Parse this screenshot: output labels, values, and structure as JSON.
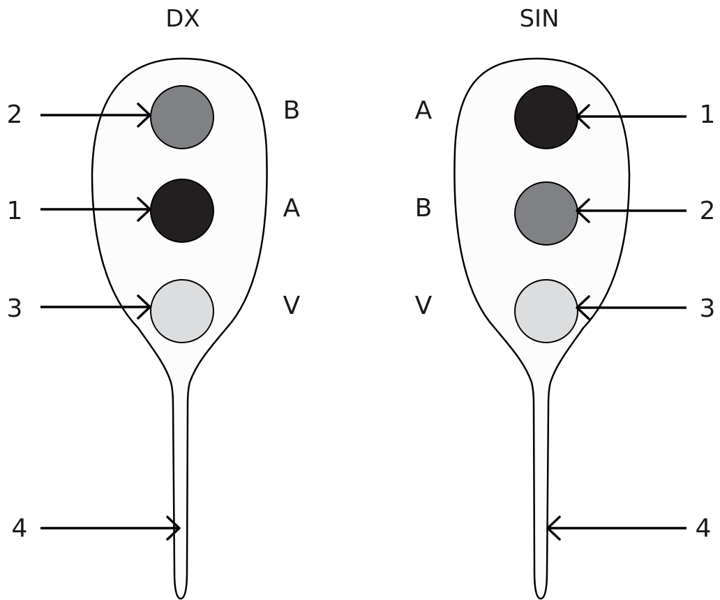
{
  "panels": {
    "left": {
      "title": "DX",
      "dots": [
        {
          "side_label": "B",
          "number": "2",
          "color": "#808184"
        },
        {
          "side_label": "A",
          "number": "1",
          "color": "#231f20"
        },
        {
          "side_label": "V",
          "number": "3",
          "color": "#dcdddf"
        }
      ],
      "stem_number": "4"
    },
    "right": {
      "title": "SIN",
      "dots": [
        {
          "side_label": "A",
          "number": "1",
          "color": "#231f20"
        },
        {
          "side_label": "B",
          "number": "2",
          "color": "#808184"
        },
        {
          "side_label": "V",
          "number": "3",
          "color": "#dcdddf"
        }
      ],
      "stem_number": "4"
    }
  }
}
